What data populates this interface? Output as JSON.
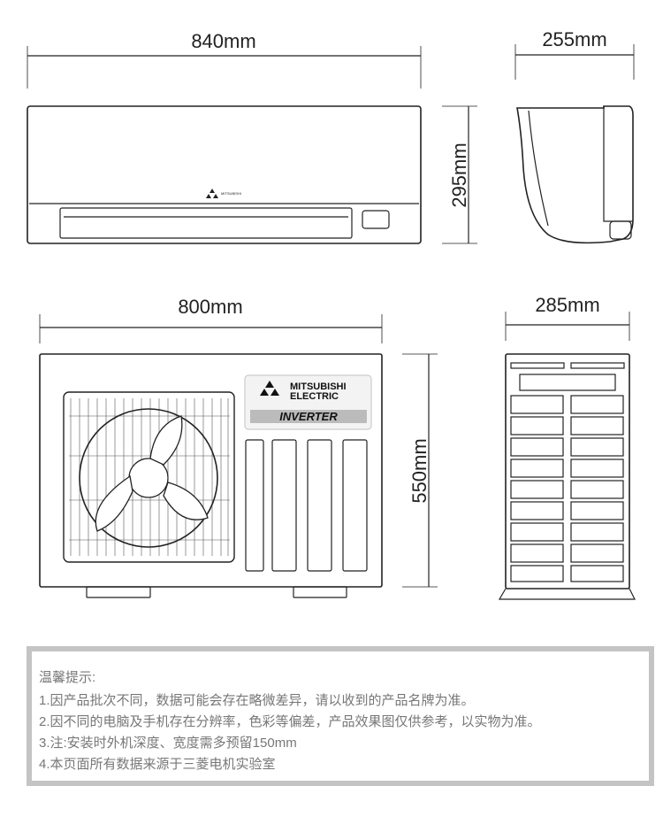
{
  "dimensions": {
    "indoor_width": "840mm",
    "indoor_depth": "255mm",
    "indoor_height": "295mm",
    "outdoor_width": "800mm",
    "outdoor_depth": "285mm",
    "outdoor_height": "550mm"
  },
  "brand": {
    "line1": "MITSUBISHI",
    "line2": "ELECTRIC",
    "badge": "INVERTER"
  },
  "notice": {
    "title": "温馨提示:",
    "items": [
      "1.因产品批次不同，数据可能会存在略微差异，请以收到的产品名牌为准。",
      "2.因不同的电脑及手机存在分辨率，色彩等偏差，产品效果图仅供参考，以实物为准。",
      "3.注:安装时外机深度、宽度需多预留150mm",
      "4.本页面所有数据来源于三菱电机实验室"
    ]
  }
}
